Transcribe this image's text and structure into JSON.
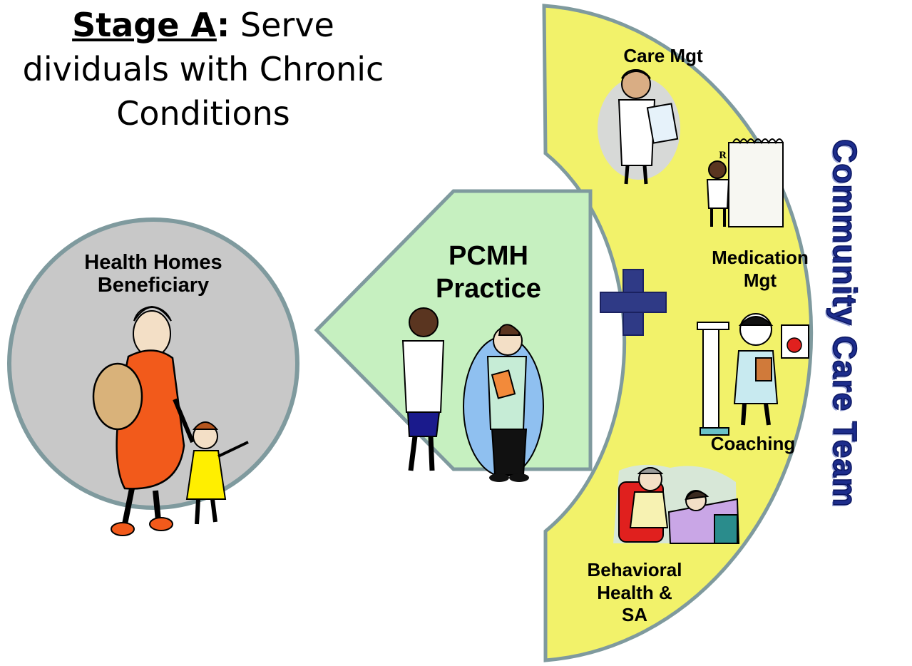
{
  "title": {
    "stage": "Stage A",
    "colon": ":",
    "line1_rest": " Serve",
    "line2": "dividuals with Chronic",
    "line3": "Conditions"
  },
  "beneficiary": {
    "line1": "Health Homes",
    "line2": "Beneficiary"
  },
  "practice": {
    "line1": "PCMH",
    "line2": "Practice"
  },
  "team_services": {
    "care_mgt": "Care Mgt",
    "medication_line1": "Medication",
    "medication_line2": "Mgt",
    "coaching": "Coaching",
    "behavioral_line1": "Behavioral",
    "behavioral_line2": "Health &",
    "behavioral_line3": "SA"
  },
  "team_label": "Community Care Team",
  "colors": {
    "circle_fill": "#c8c8c8",
    "outline": "#7f9a9e",
    "pentagon_fill": "#c6f0c0",
    "arc_fill": "#f2f26a",
    "plus": "#2f3a86",
    "team_text": "#1d2d8c"
  },
  "icons": [
    "grandmother-child-illustration",
    "doctors-illustration",
    "plus-icon",
    "care-manager-illustration",
    "pharmacist-illustration",
    "coach-illustration",
    "patients-illustration"
  ]
}
